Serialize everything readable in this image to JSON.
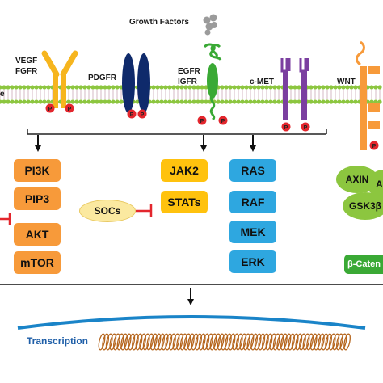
{
  "title": "Growth Factors",
  "receptors": {
    "vegf": "VEGF",
    "fgfr": "FGFR",
    "pdgfr": "PDGFR",
    "egfr": "EGFR",
    "igfr": "IGFR",
    "cmet": "c-MET",
    "wnt": "WNT",
    "membrane_fragment": "e",
    "phospho": "P"
  },
  "pathways": {
    "pi3k": [
      "PI3K",
      "PIP3",
      "AKT",
      "mTOR"
    ],
    "jak": [
      "JAK2",
      "STATs"
    ],
    "socs": "SOCs",
    "mapk": [
      "RAS",
      "RAF",
      "MEK",
      "ERK"
    ],
    "wnt": {
      "axin": "AXIN",
      "axin_partner_fragment": "A",
      "gsk3b": "GSK3β",
      "beta_catenin": "β-Caten"
    }
  },
  "nucleus": {
    "transcription": "Transcription"
  },
  "colors": {
    "pi3k": "#f79a3a",
    "jak": "#ffc20e",
    "mapk": "#2ea7e0",
    "wnt_complex": "#8cc63f",
    "beta_catenin": "#3aa935",
    "socs": "#fbe9a0",
    "inhibitor": "#e3262d",
    "phospho": "#e3262d",
    "membrane": "#8cc63f",
    "transcription_text": "#1f5fa8",
    "dna": "#b5651d"
  }
}
